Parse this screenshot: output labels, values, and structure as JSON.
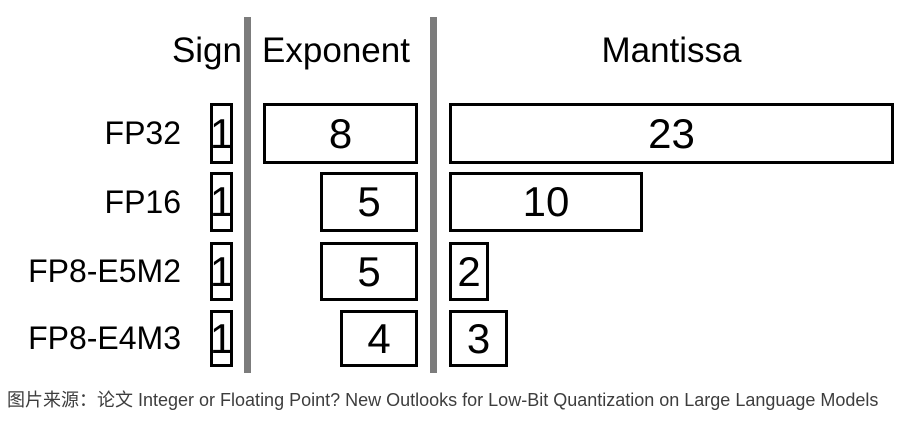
{
  "diagram": {
    "headers": {
      "sign": "Sign",
      "exponent": "Exponent",
      "mantissa": "Mantissa"
    },
    "rows": [
      {
        "format": "FP32",
        "sign": "1",
        "exponent": "8",
        "mantissa": "23"
      },
      {
        "format": "FP16",
        "sign": "1",
        "exponent": "5",
        "mantissa": "10"
      },
      {
        "format": "FP8-E5M2",
        "sign": "1",
        "exponent": "5",
        "mantissa": "2"
      },
      {
        "format": "FP8-E4M3",
        "sign": "1",
        "exponent": "4",
        "mantissa": "3"
      }
    ],
    "colors": {
      "background": "#ffffff",
      "border": "#000000",
      "divider": "#7c7c7c",
      "text": "#000000",
      "caption_text": "#3d3d3d"
    }
  },
  "caption": "图片来源：论文 Integer or Floating Point? New Outlooks for Low-Bit Quantization on Large Language Models"
}
